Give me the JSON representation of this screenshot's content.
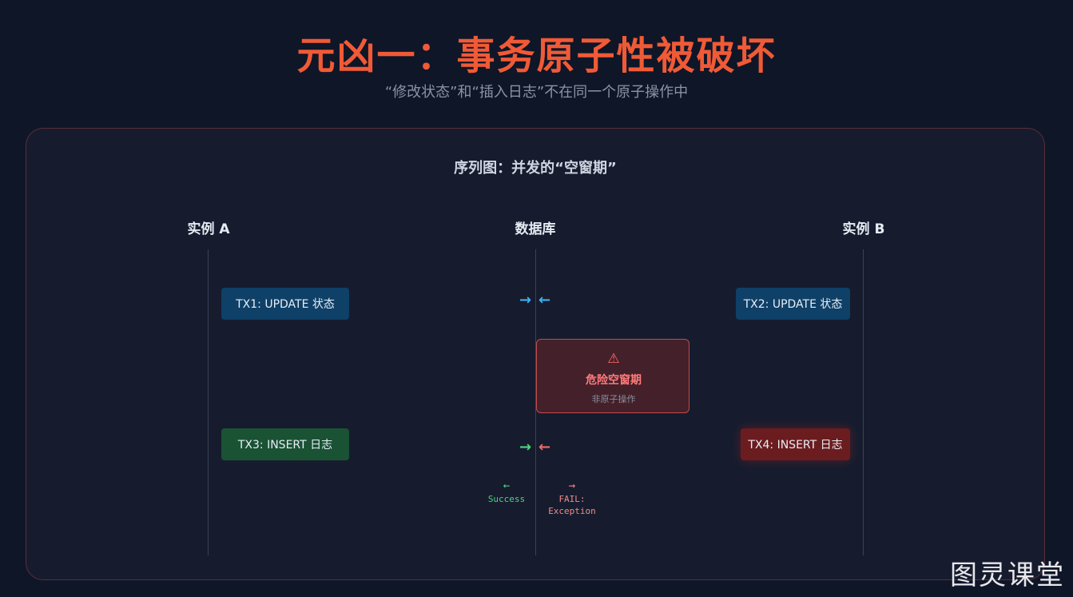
{
  "header": {
    "title": "元凶一：事务原子性被破坏",
    "subtitle": "“修改状态”和“插入日志”不在同一个原子操作中"
  },
  "diagram": {
    "title": "序列图：并发的“空窗期”",
    "participants": {
      "instance_a": "实例 A",
      "database": "数据库",
      "instance_b": "实例 B"
    },
    "messages": {
      "tx1": "TX1: UPDATE 状态",
      "tx2": "TX2: UPDATE 状态",
      "tx3": "TX3: INSERT 日志",
      "tx4": "TX4: INSERT 日志"
    },
    "arrows": {
      "right": "→",
      "left": "←"
    },
    "danger_window": {
      "icon": "warning-triangle-icon",
      "icon_glyph": "⚠",
      "title": "危险空窗期",
      "subtitle": "非原子操作"
    },
    "results": {
      "success_arrow": "←",
      "success_label": "Success",
      "fail_arrow": "→",
      "fail_label": "FAIL:",
      "fail_detail": "Exception"
    }
  },
  "watermark": "图灵课堂",
  "colors": {
    "title_accent": "#f05a36",
    "update_box": "#0e4068",
    "insert_success_box": "#1a5234",
    "insert_fail_box": "#6b1c1e",
    "danger_border": "#c44a4a"
  }
}
